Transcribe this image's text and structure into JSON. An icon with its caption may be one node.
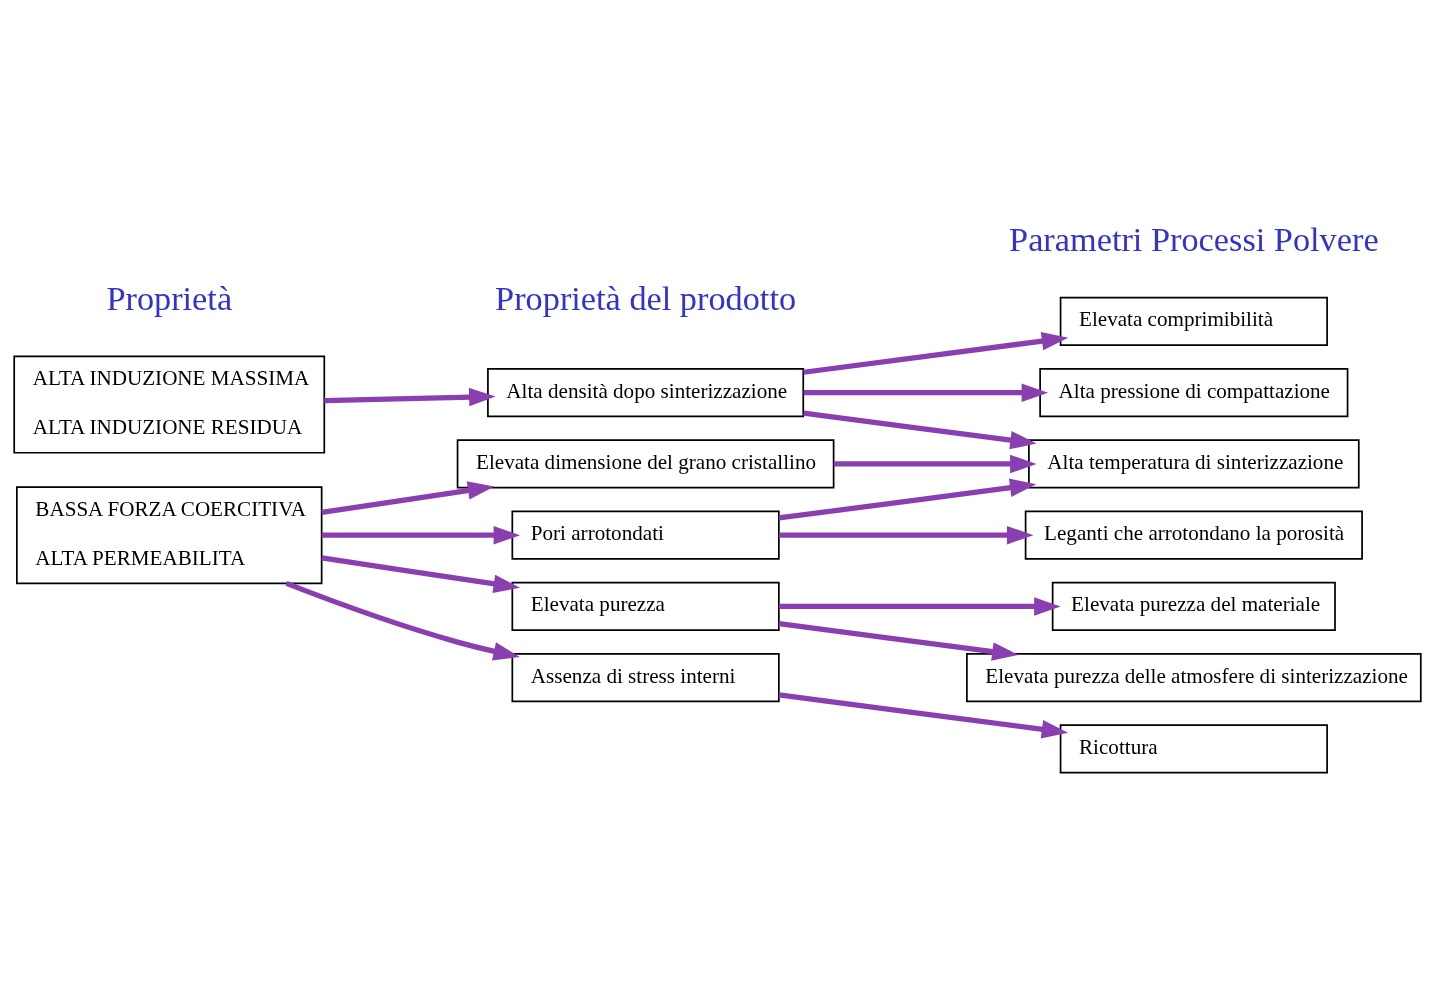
{
  "diagram": {
    "nodes": [
      {
        "text": [
          "ALTA INDUZIONE MASSIMA",
          "ALTA INDUZIONE RESIDUA"
        ]
      },
      {
        "text": [
          "BASSA FORZA COERCITIVA",
          "ALTA PERMEABILITA"
        ]
      },
      {
        "text": [
          "Alta densità dopo sinterizzazione"
        ]
      },
      {
        "text": [
          "Elevata dimensione del grano cristallino"
        ]
      },
      {
        "text": [
          "Pori arrotondati"
        ]
      },
      {
        "text": [
          "Elevata purezza"
        ]
      },
      {
        "text": [
          "Assenza di stress interni"
        ]
      },
      {
        "text": [
          "Elevata comprimibilità"
        ]
      },
      {
        "text": [
          "Alta pressione di compattazione"
        ]
      },
      {
        "text": [
          "Alta temperatura di sinterizzazione"
        ]
      },
      {
        "text": [
          "Leganti che arrotondano la porosità"
        ]
      },
      {
        "text": [
          "Elevata purezza del materiale"
        ]
      },
      {
        "text": [
          "Elevata purezza delle atmosfere di sinterizzazione"
        ]
      },
      {
        "text": [
          "Ricottura"
        ]
      }
    ],
    "edges": [
      {
        "from": 0,
        "to": 2,
        "arrow": "to"
      },
      {
        "from": 1,
        "to": 3,
        "arrow": "to"
      },
      {
        "from": 1,
        "to": 4,
        "arrow": "to"
      },
      {
        "from": 1,
        "to": 5,
        "arrow": "to"
      },
      {
        "from": 1,
        "to": 6,
        "arrow": "to"
      },
      {
        "from": 2,
        "to": 7,
        "arrow": "to"
      },
      {
        "from": 2,
        "to": 8,
        "arrow": "to"
      },
      {
        "from": 2,
        "to": 9,
        "arrow": "to"
      },
      {
        "from": 3,
        "to": 9,
        "arrow": "to"
      },
      {
        "from": 4,
        "to": 9,
        "arrow": "to"
      },
      {
        "from": 4,
        "to": 10,
        "arrow": "to"
      },
      {
        "from": 5,
        "to": 11,
        "arrow": "to"
      },
      {
        "from": 5,
        "to": 12,
        "arrow": "to"
      },
      {
        "from": 6,
        "to": 13,
        "arrow": "to"
      }
    ],
    "labels": [
      "Proprietà",
      "Proprietà del prodotto",
      "Parametri Processi Polvere"
    ]
  }
}
